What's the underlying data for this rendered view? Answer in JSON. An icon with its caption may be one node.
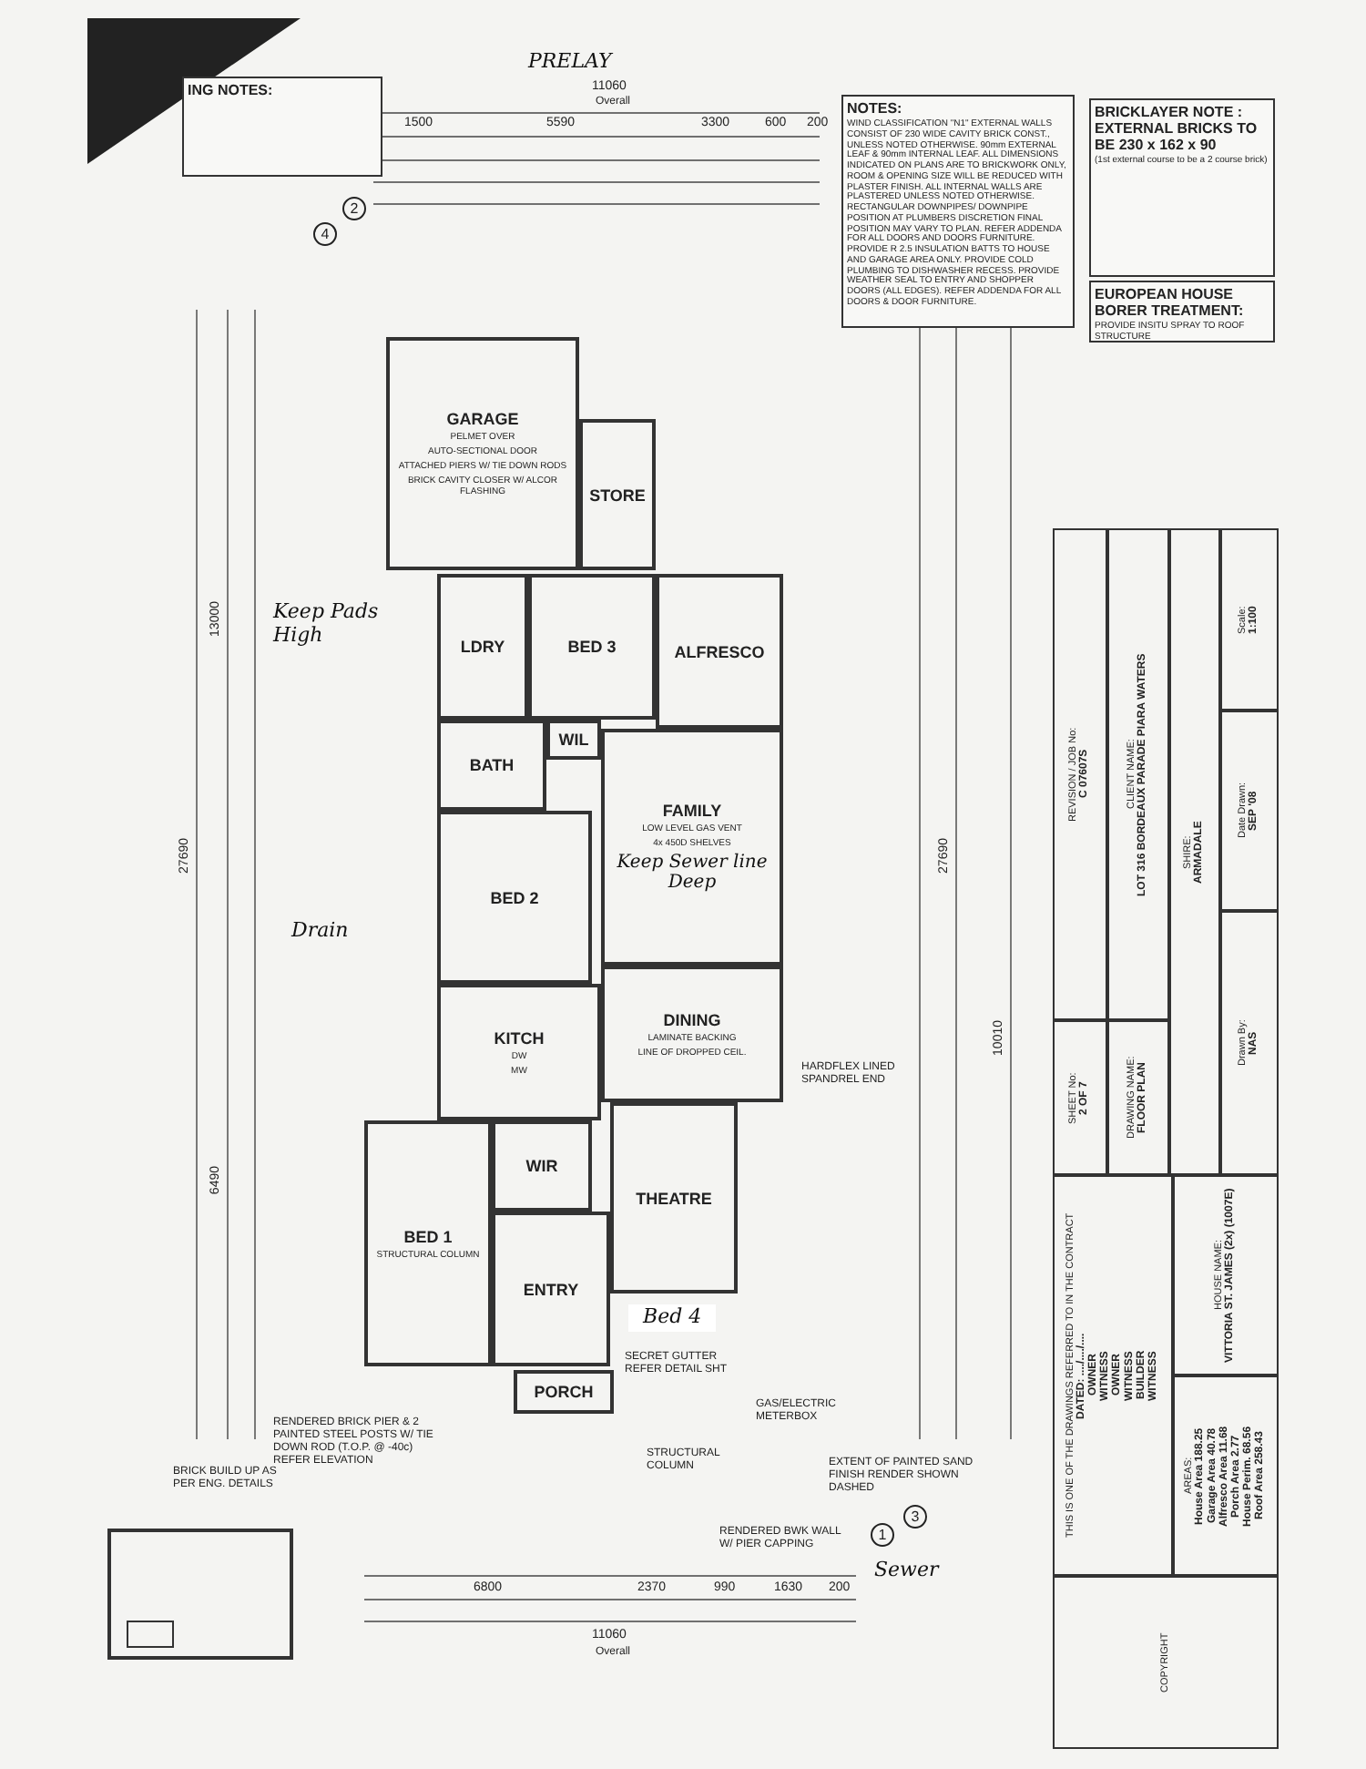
{
  "diagram": {
    "nodes": [
      {
        "text": [
          "ING NOTES:"
        ]
      },
      {
        "text": [
          "NOTES:",
          "WIND CLASSIFICATION \"N1\" EXTERNAL WALLS CONSIST OF 230 WIDE CAVITY BRICK CONST., UNLESS NOTED OTHERWISE. 90mm EXTERNAL LEAF & 90mm INTERNAL LEAF. ALL DIMENSIONS INDICATED ON PLANS ARE TO BRICKWORK ONLY, ROOM & OPENING SIZE WILL BE REDUCED WITH PLASTER FINISH. ALL INTERNAL WALLS ARE PLASTERED UNLESS NOTED OTHERWISE. RECTANGULAR DOWNPIPES/ DOWNPIPE POSITION AT PLUMBERS DISCRETION FINAL POSITION MAY VARY TO PLAN. REFER ADDENDA FOR ALL DOORS AND DOORS FURNITURE. PROVIDE R 2.5 INSULATION BATTS TO HOUSE AND GARAGE AREA ONLY. PROVIDE COLD PLUMBING TO DISHWASHER RECESS. PROVIDE WEATHER SEAL TO ENTRY AND SHOPPER DOORS (ALL EDGES). REFER ADDENDA FOR ALL DOORS & DOOR FURNITURE."
        ]
      },
      {
        "text": [
          "BRICKLAYER NOTE : EXTERNAL BRICKS TO BE 230 x 162 x 90",
          "(1st external course to be a 2 course brick)"
        ]
      },
      {
        "text": [
          "EUROPEAN HOUSE BORER TREATMENT:",
          "PROVIDE INSITU SPRAY TO ROOF STRUCTURE"
        ]
      },
      {
        "text": [
          "GARAGE",
          "PELMET OVER",
          "AUTO-SECTIONAL DOOR",
          "ATTACHED PIERS W/ TIE DOWN RODS",
          "BRICK CAVITY CLOSER W/ ALCOR FLASHING"
        ]
      },
      {
        "text": [
          "STORE"
        ]
      },
      {
        "text": [
          "LDRY"
        ]
      },
      {
        "text": [
          "BED 3"
        ]
      },
      {
        "text": [
          "ALFRESCO"
        ]
      },
      {
        "text": [
          "WIL"
        ]
      },
      {
        "text": [
          "BATH"
        ]
      },
      {
        "text": [
          "BED 2"
        ]
      },
      {
        "text": [
          "FAMILY",
          "LOW LEVEL GAS VENT",
          "4x 450D SHELVES",
          "Keep Sewer line Deep"
        ]
      },
      {
        "text": [
          "KITCH",
          "DW",
          "MW"
        ]
      },
      {
        "text": [
          "DINING",
          "LAMINATE BACKING",
          "LINE OF DROPPED CEIL."
        ]
      },
      {
        "text": [
          "WIR"
        ]
      },
      {
        "text": [
          "BED 1",
          "STRUCTURAL COLUMN"
        ]
      },
      {
        "text": [
          "THEATRE"
        ]
      },
      {
        "text": [
          "ENTRY"
        ]
      },
      {
        "text": [
          "PORCH"
        ]
      },
      {
        "text": [
          "SHEET No:",
          "2 OF 7"
        ]
      },
      {
        "text": [
          "REVISION / JOB No:",
          "C 07607S"
        ]
      },
      {
        "text": [
          "DRAWING NAME:",
          "FLOOR PLAN"
        ]
      },
      {
        "text": [
          "CLIENT NAME:",
          "LOT 316 BORDEAUX PARADE PIARA WATERS"
        ]
      },
      {
        "text": [
          "SHIRE:",
          "ARMADALE"
        ]
      },
      {
        "text": [
          "Drawn By:",
          "NAS"
        ]
      },
      {
        "text": [
          "Date Drawn:",
          "SEP '08"
        ]
      },
      {
        "text": [
          "Scale:",
          "1:100"
        ]
      },
      {
        "text": [
          "THIS IS ONE OF THE DRAWINGS REFERRED TO IN THE CONTRACT",
          "DATED: ..../..../....",
          "OWNER",
          "WITNESS",
          "OWNER",
          "WITNESS",
          "BUILDER",
          "WITNESS"
        ]
      },
      {
        "text": [
          "HOUSE NAME:",
          "VITTORIA ST. JAMES (2x) (1007E)"
        ]
      },
      {
        "text": [
          "AREAS:",
          "House Area 188.25",
          "Garage Area 40.78",
          "Alfresco Area 11.68",
          "Porch Area 2.77",
          "House Perim. 68.56",
          "Roof Area 258.43"
        ]
      },
      {
        "text": [
          "COPYRIGHT"
        ]
      }
    ],
    "labels": [
      "PRELAY",
      "11060",
      "Overall",
      "1500",
      "5590",
      "3300",
      "600",
      "200",
      "4",
      "2",
      "27690",
      "13000",
      "6490",
      "10010",
      "27690",
      "Keep Pads High",
      "Drain",
      "Bed 4",
      "RENDERED BRICK PIER & 2 PAINTED STEEL POSTS W/ TIE DOWN ROD (T.O.P. @ -40c) REFER ELEVATION",
      "BRICK BUILD UP AS PER ENG. DETAILS",
      "SECRET GUTTER REFER DETAIL SHT",
      "GAS/ELECTRIC METERBOX",
      "STRUCTURAL COLUMN",
      "EXTENT OF PAINTED SAND FINISH RENDER SHOWN DASHED",
      "RENDERED BWK WALL W/ PIER CAPPING",
      "HARDFLEX LINED SPANDREL END",
      "Sewer",
      "1",
      "3",
      "11060",
      "Overall",
      "6800",
      "2370",
      "990",
      "1630",
      "200"
    ]
  }
}
